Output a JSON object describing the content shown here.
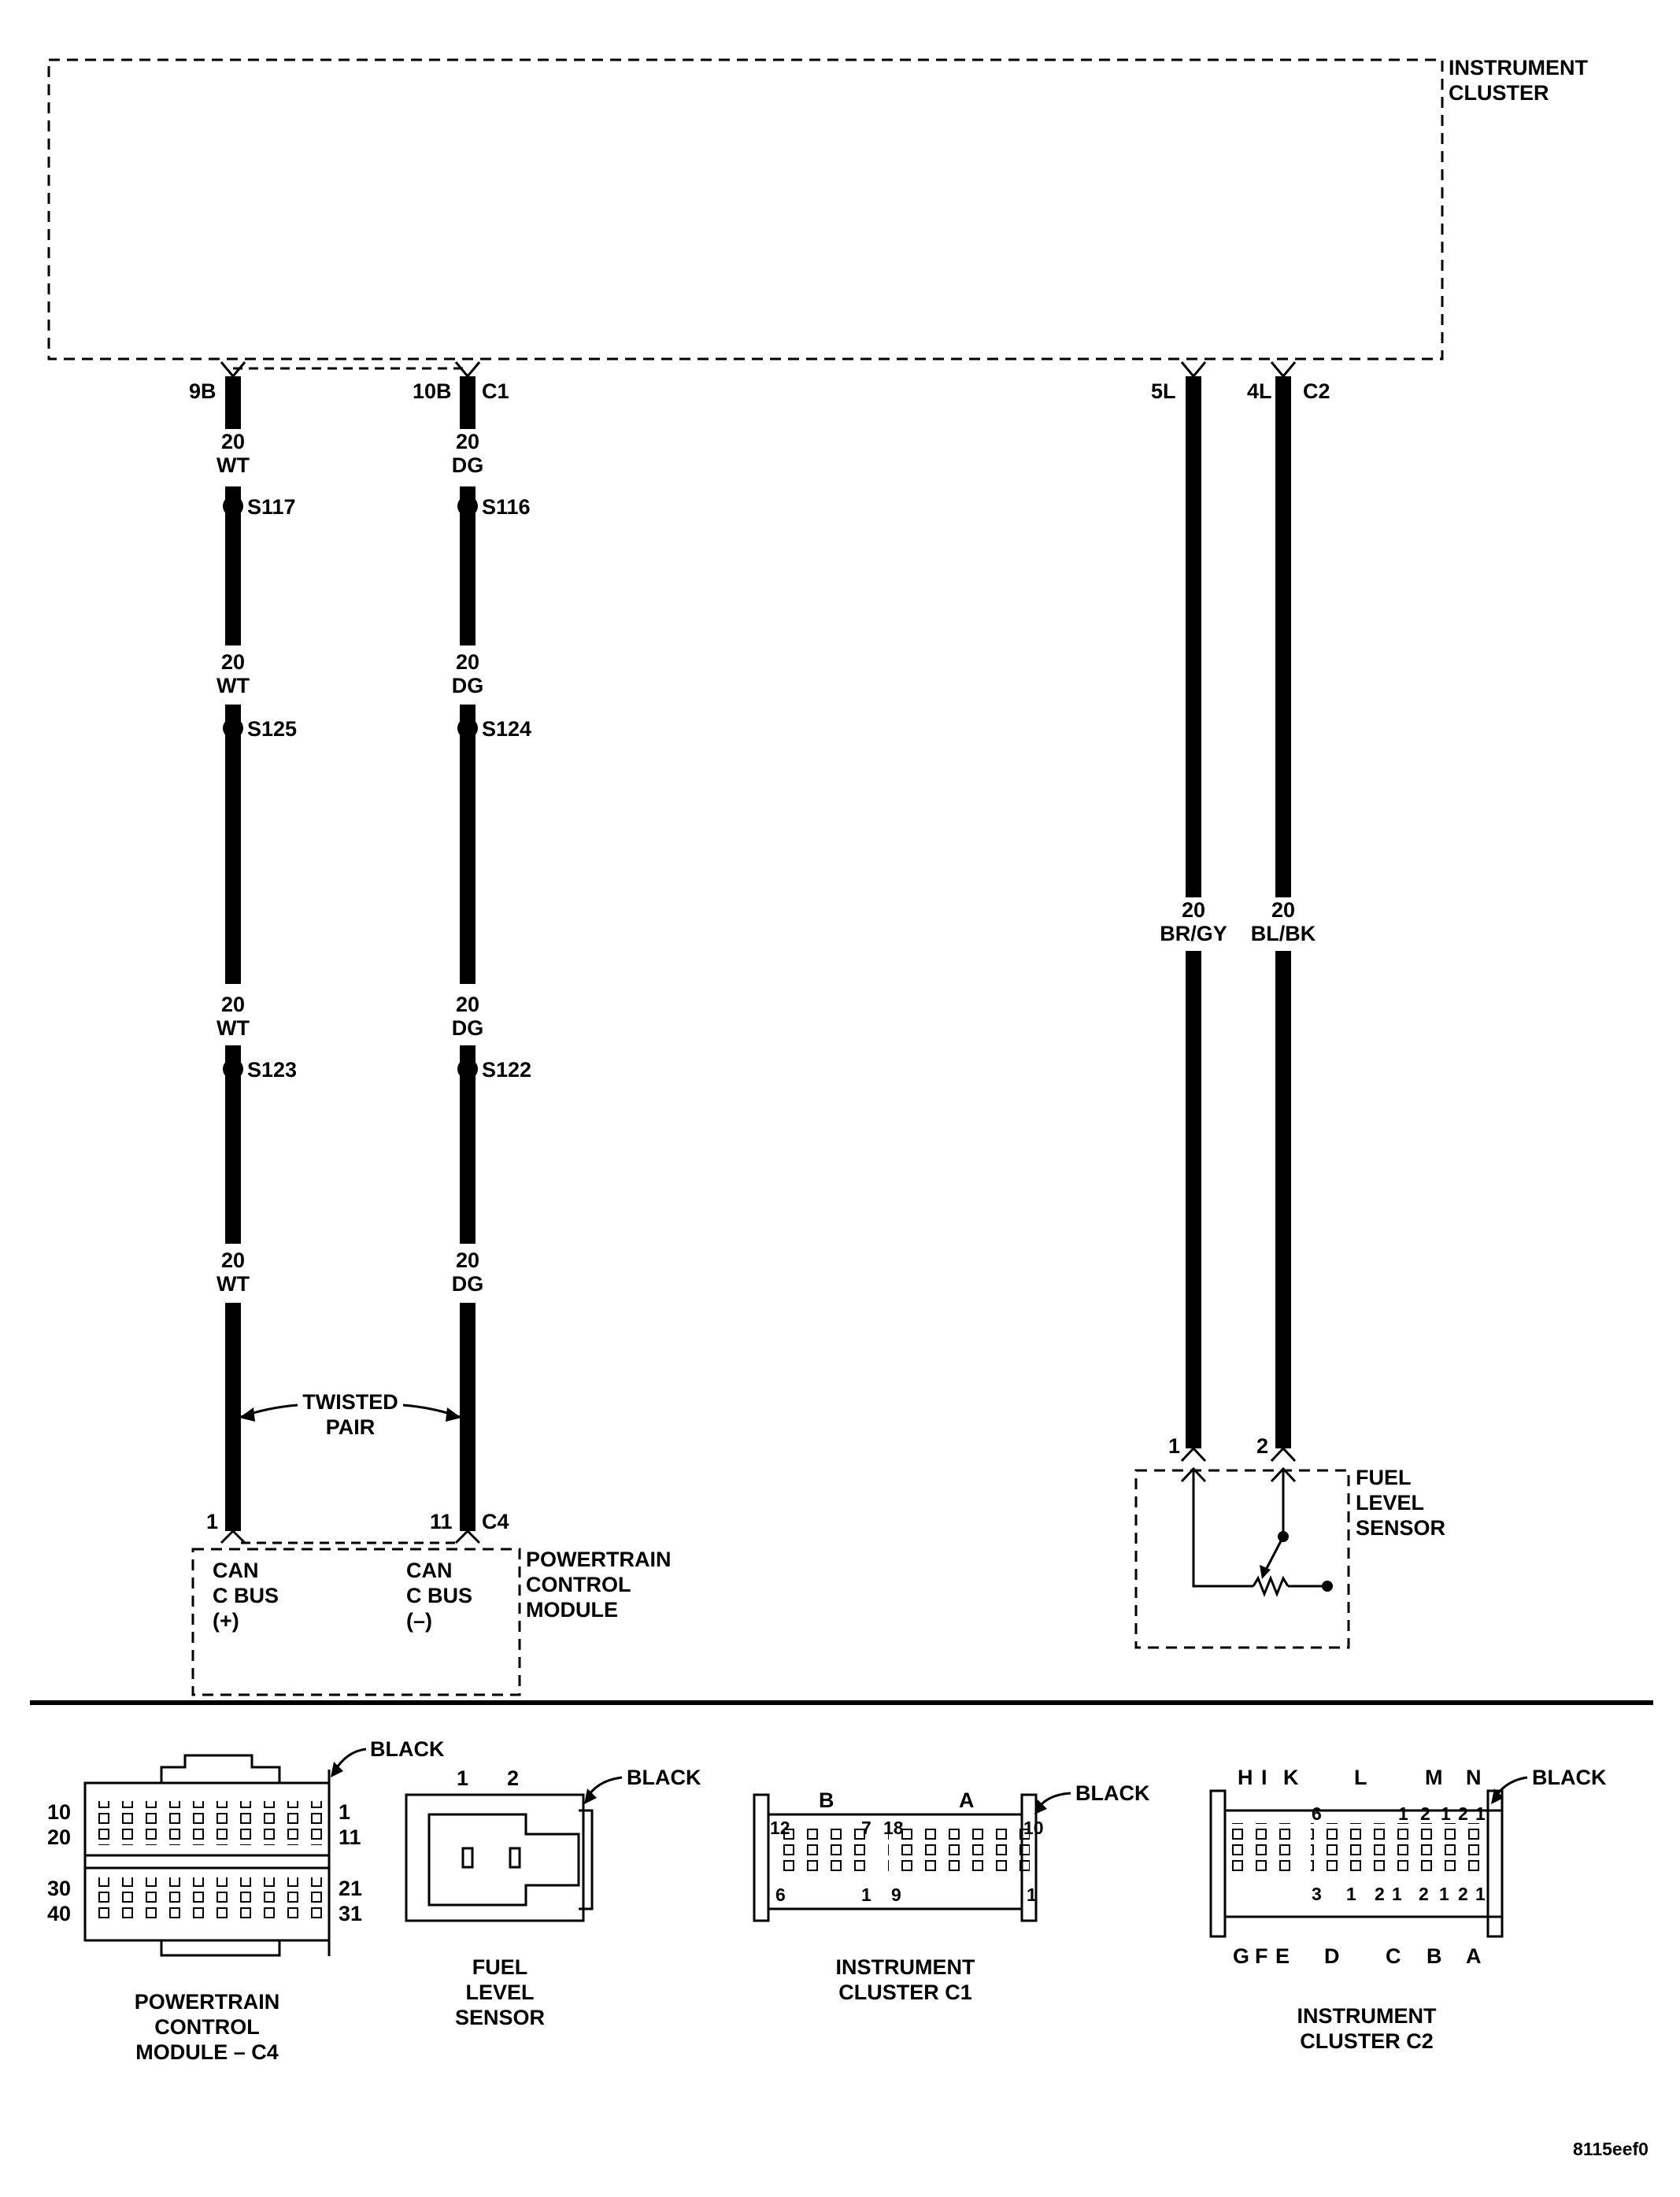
{
  "modules": {
    "instrument_cluster": [
      "INSTRUMENT",
      "CLUSTER"
    ],
    "pcm": [
      "POWERTRAIN",
      "CONTROL",
      "MODULE"
    ],
    "fuel_sensor": [
      "FUEL",
      "LEVEL",
      "SENSOR"
    ]
  },
  "pcm_internal": {
    "left": [
      "CAN",
      "C BUS",
      "(+)"
    ],
    "right": [
      "CAN",
      "C BUS",
      "(–)"
    ]
  },
  "pins_top": {
    "w1": "9B",
    "w2": "10B",
    "c1": "C1",
    "w3": "5L",
    "w4": "4L",
    "c2": "C2"
  },
  "pins_bottom": {
    "w1": "1",
    "w2": "11",
    "c4": "C4",
    "fs1": "1",
    "fs2": "2"
  },
  "wires": {
    "can_plus": {
      "labels": [
        [
          "20",
          "WT"
        ],
        [
          "20",
          "WT"
        ],
        [
          "20",
          "WT"
        ],
        [
          "20",
          "WT"
        ]
      ],
      "splices": [
        "S117",
        "S125",
        "S123"
      ]
    },
    "can_minus": {
      "labels": [
        [
          "20",
          "DG"
        ],
        [
          "20",
          "DG"
        ],
        [
          "20",
          "DG"
        ],
        [
          "20",
          "DG"
        ]
      ],
      "splices": [
        "S116",
        "S124",
        "S122"
      ]
    },
    "fuel_signal": {
      "label": [
        "20",
        "BR/GY"
      ]
    },
    "fuel_return": {
      "label": [
        "20",
        "BL/BK"
      ]
    }
  },
  "twisted_pair": [
    "TWISTED",
    "PAIR"
  ],
  "connectors": {
    "pcm_c4": {
      "name": [
        "POWERTRAIN",
        "CONTROL",
        "MODULE – C4"
      ],
      "color": "BLACK",
      "pin_labels": {
        "l1": "10",
        "l2": "20",
        "l3": "30",
        "l4": "40",
        "r1": "1",
        "r2": "11",
        "r3": "21",
        "r4": "31"
      }
    },
    "fuel_sensor": {
      "name": [
        "FUEL",
        "LEVEL",
        "SENSOR"
      ],
      "color": "BLACK",
      "pin_labels": [
        "1",
        "2"
      ]
    },
    "ic_c1": {
      "name": [
        "INSTRUMENT",
        "CLUSTER C1"
      ],
      "color": "BLACK",
      "top_letters": [
        "B",
        "A"
      ],
      "pin_labels": {
        "r1_left": "12",
        "r1_mid1": "7",
        "r1_mid2": "18",
        "r1_right": "10",
        "r2_left": "6",
        "r2_mid1": "1",
        "r2_mid2": "9",
        "r2_right": "1"
      }
    },
    "ic_c2": {
      "name": [
        "INSTRUMENT",
        "CLUSTER C2"
      ],
      "color": "BLACK",
      "top_letters": [
        "H",
        "I",
        "K",
        "L",
        "M",
        "N"
      ],
      "bottom_letters": [
        "G",
        "F",
        "E",
        "D",
        "C",
        "B",
        "A"
      ],
      "row1_nums": [
        "6",
        "1",
        "2",
        "1",
        "2",
        "1"
      ],
      "row2_nums": [
        "3",
        "1",
        "2",
        "1",
        "2",
        "1",
        "2",
        "1"
      ]
    }
  },
  "figure_id": "8115eef0"
}
